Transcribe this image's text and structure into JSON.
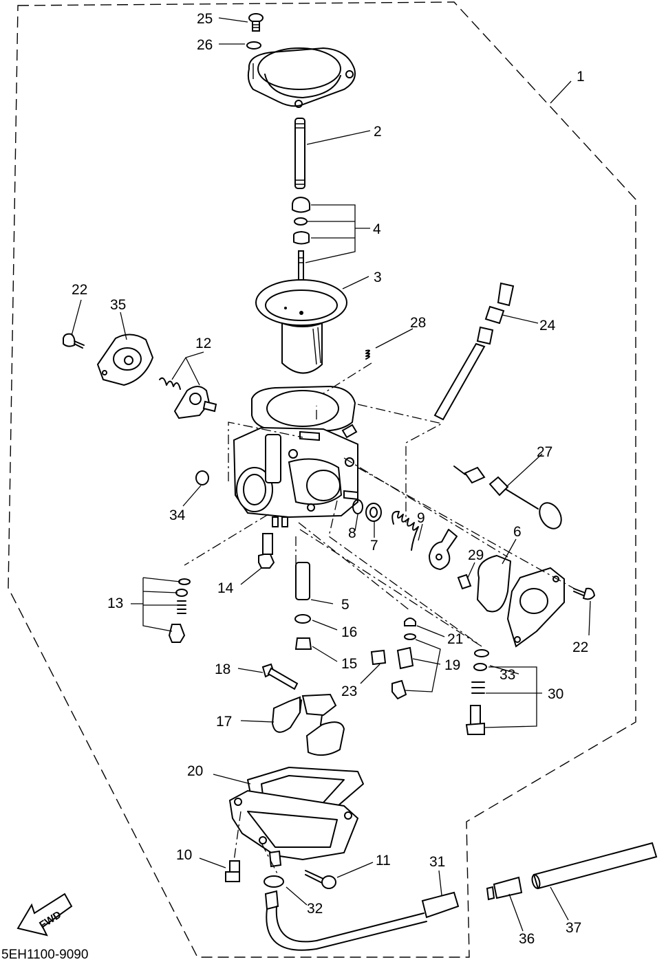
{
  "diagram": {
    "part_code": "5EH1100-9090",
    "fwd_label": "FWD",
    "callouts": [
      {
        "id": "c1",
        "text": "1"
      },
      {
        "id": "c2",
        "text": "2"
      },
      {
        "id": "c3",
        "text": "3"
      },
      {
        "id": "c4",
        "text": "4"
      },
      {
        "id": "c5",
        "text": "5"
      },
      {
        "id": "c6",
        "text": "6"
      },
      {
        "id": "c7",
        "text": "7"
      },
      {
        "id": "c8",
        "text": "8"
      },
      {
        "id": "c9",
        "text": "9"
      },
      {
        "id": "c10",
        "text": "10"
      },
      {
        "id": "c11",
        "text": "11"
      },
      {
        "id": "c12",
        "text": "12"
      },
      {
        "id": "c13",
        "text": "13"
      },
      {
        "id": "c14",
        "text": "14"
      },
      {
        "id": "c15",
        "text": "15"
      },
      {
        "id": "c16",
        "text": "16"
      },
      {
        "id": "c17",
        "text": "17"
      },
      {
        "id": "c18",
        "text": "18"
      },
      {
        "id": "c19",
        "text": "19"
      },
      {
        "id": "c20",
        "text": "20"
      },
      {
        "id": "c21",
        "text": "21"
      },
      {
        "id": "c22a",
        "text": "22"
      },
      {
        "id": "c22b",
        "text": "22"
      },
      {
        "id": "c23",
        "text": "23"
      },
      {
        "id": "c24",
        "text": "24"
      },
      {
        "id": "c25",
        "text": "25"
      },
      {
        "id": "c26",
        "text": "26"
      },
      {
        "id": "c27",
        "text": "27"
      },
      {
        "id": "c28",
        "text": "28"
      },
      {
        "id": "c29",
        "text": "29"
      },
      {
        "id": "c30",
        "text": "30"
      },
      {
        "id": "c31",
        "text": "31"
      },
      {
        "id": "c32",
        "text": "32"
      },
      {
        "id": "c33",
        "text": "33"
      },
      {
        "id": "c34",
        "text": "34"
      },
      {
        "id": "c35",
        "text": "35"
      },
      {
        "id": "c36",
        "text": "36"
      },
      {
        "id": "c37",
        "text": "37"
      }
    ]
  }
}
